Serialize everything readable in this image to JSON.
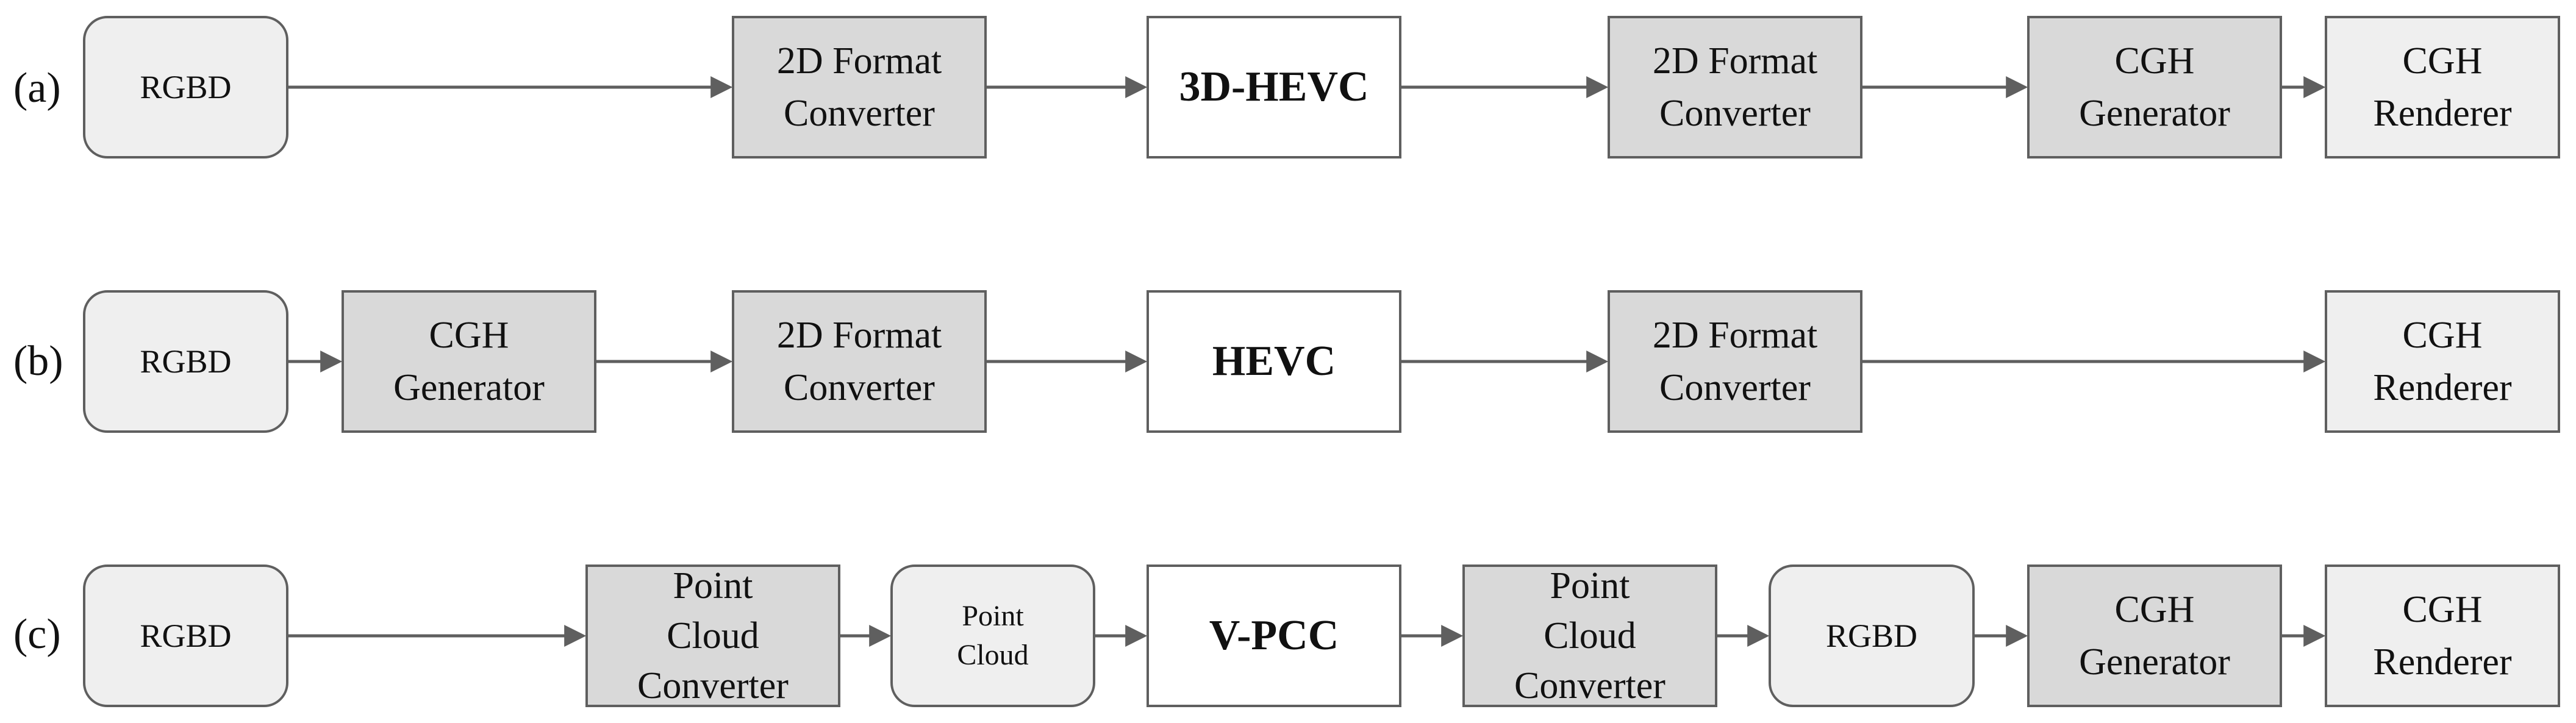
{
  "rows": {
    "a": {
      "label": "(a)",
      "rgbd": "RGBD",
      "format_converter_1": [
        "2D Format",
        "Converter"
      ],
      "codec": "3D-HEVC",
      "format_converter_2": [
        "2D Format",
        "Converter"
      ],
      "cgh_generator": [
        "CGH",
        "Generator"
      ],
      "cgh_renderer": [
        "CGH",
        "Renderer"
      ]
    },
    "b": {
      "label": "(b)",
      "rgbd": "RGBD",
      "cgh_generator": [
        "CGH",
        "Generator"
      ],
      "format_converter_1": [
        "2D Format",
        "Converter"
      ],
      "codec": "HEVC",
      "format_converter_2": [
        "2D Format",
        "Converter"
      ],
      "cgh_renderer": [
        "CGH",
        "Renderer"
      ]
    },
    "c": {
      "label": "(c)",
      "rgbd": "RGBD",
      "point_cloud_converter_1": [
        "Point",
        "Cloud",
        "Converter"
      ],
      "point_cloud": [
        "Point",
        "Cloud"
      ],
      "codec": "V-PCC",
      "point_cloud_converter_2": [
        "Point",
        "Cloud",
        "Converter"
      ],
      "rgbd_2": "RGBD",
      "cgh_generator": [
        "CGH",
        "Generator"
      ],
      "cgh_renderer": [
        "CGH",
        "Renderer"
      ]
    }
  },
  "colors": {
    "grey_box": "#d9d9d9",
    "light_box": "#efefef",
    "white_box": "#ffffff",
    "border": "#5f5f5f",
    "arrow": "#5f5f5f"
  }
}
